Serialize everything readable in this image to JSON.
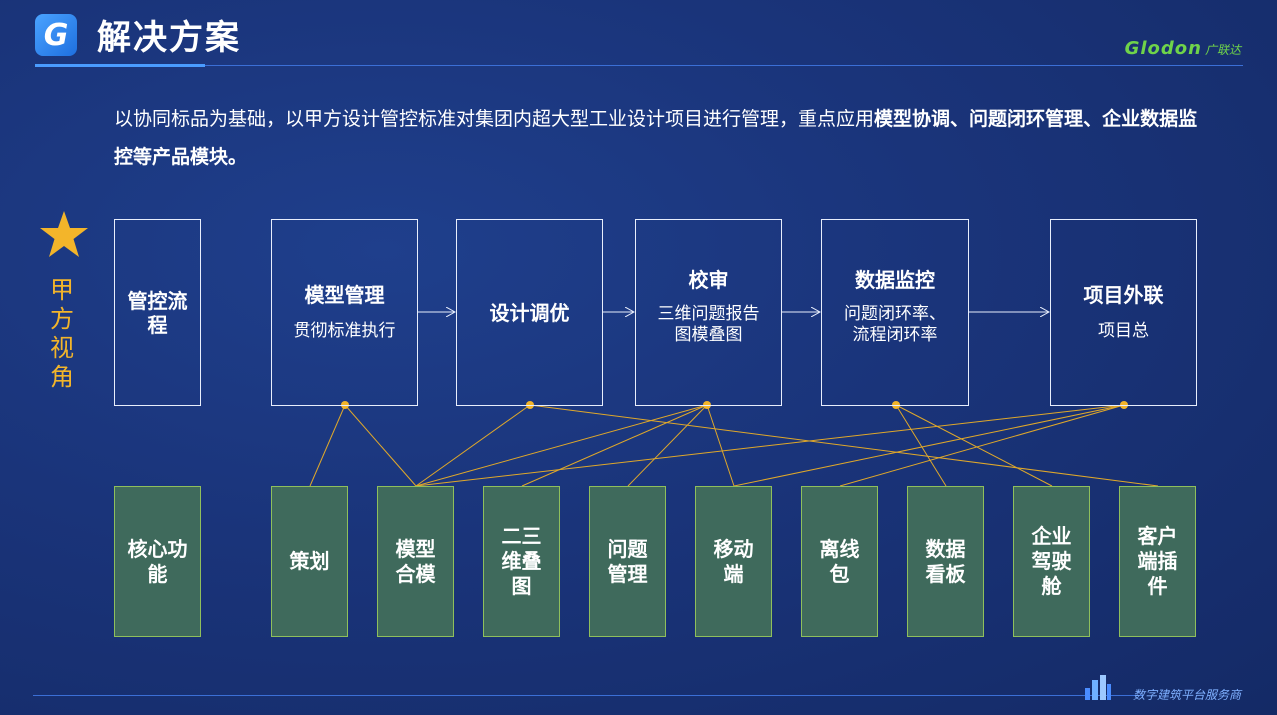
{
  "header": {
    "logo_letter": "G",
    "title": "解决方案",
    "brand_en": "Glodon",
    "brand_cn": "广联达"
  },
  "intro": {
    "text_part1": "以协同标品为基础，以甲方设计管控标准对集团内超大型工业设计项目进行管理，重点应用",
    "bold1": "模型协调",
    "sep1": "、",
    "bold2": "问题闭环管理",
    "sep2": "、",
    "bold3": "企业数据监控",
    "text_end": "等产品模块。"
  },
  "side_label": "甲方视角",
  "process": {
    "label": "管控流程",
    "steps": [
      {
        "title": "模型管理",
        "subtitle": "贯彻标准执行"
      },
      {
        "title": "设计调优",
        "subtitle": ""
      },
      {
        "title": "校审",
        "subtitle": "三维问题报告\n图模叠图"
      },
      {
        "title": "数据监控",
        "subtitle": "问题闭环率、\n流程闭环率"
      },
      {
        "title": "项目外联",
        "subtitle": "项目总"
      }
    ]
  },
  "functions": {
    "label": "核心功能",
    "items": [
      "策划",
      "模型合模",
      "二三维叠图",
      "问题管理",
      "移动端",
      "离线包",
      "数据看板",
      "企业驾驶舱",
      "客户端插件"
    ]
  },
  "footer": {
    "brand": "数字建筑平台服务商"
  },
  "colors": {
    "background": "#1a347a",
    "accent_gold": "#f3b52a",
    "function_box": "#3f6a5c",
    "brand_green": "#6fd34a"
  }
}
